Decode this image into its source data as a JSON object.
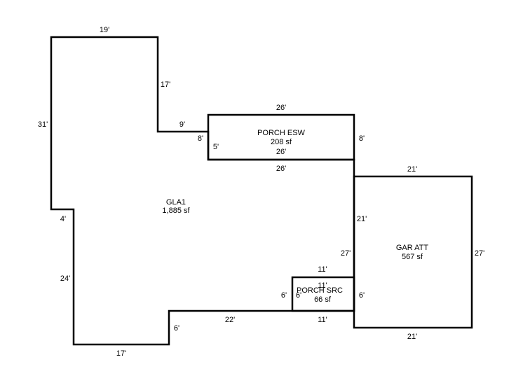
{
  "areas": {
    "gla1": {
      "name": "GLA1",
      "area": "1,885 sf"
    },
    "porch_esw": {
      "name": "PORCH ESW",
      "area": "208 sf"
    },
    "gar_att": {
      "name": "GAR ATT",
      "area": "567 sf"
    },
    "porch_src": {
      "name": "PORCH SRC",
      "area": "66 sf"
    }
  },
  "dimensions": {
    "gla_top": "19'",
    "gla_left": "31'",
    "gla_inner_vertical": "17'",
    "gla_step_horizontal": "9'",
    "gla_step_vertical": "8'",
    "gla_left_step": "4'",
    "gla_lower_left": "24'",
    "gla_bottom": "17'",
    "gla_bottom_step": "6'",
    "gla_bottom_right": "22'",
    "gla_right_upper": "21'",
    "gla_right_lower": "27'",
    "esw_top": "26'",
    "esw_inner_top": "26'",
    "esw_bottom": "26'",
    "esw_left": "5'",
    "esw_right": "8'",
    "gar_top": "21'",
    "gar_right": "27'",
    "gar_bottom": "21'",
    "gar_left": "6'",
    "src_top": "11'",
    "src_inner_top": "11'",
    "src_bottom": "11'",
    "src_left_outer": "6'",
    "src_left_inner": "6'"
  }
}
